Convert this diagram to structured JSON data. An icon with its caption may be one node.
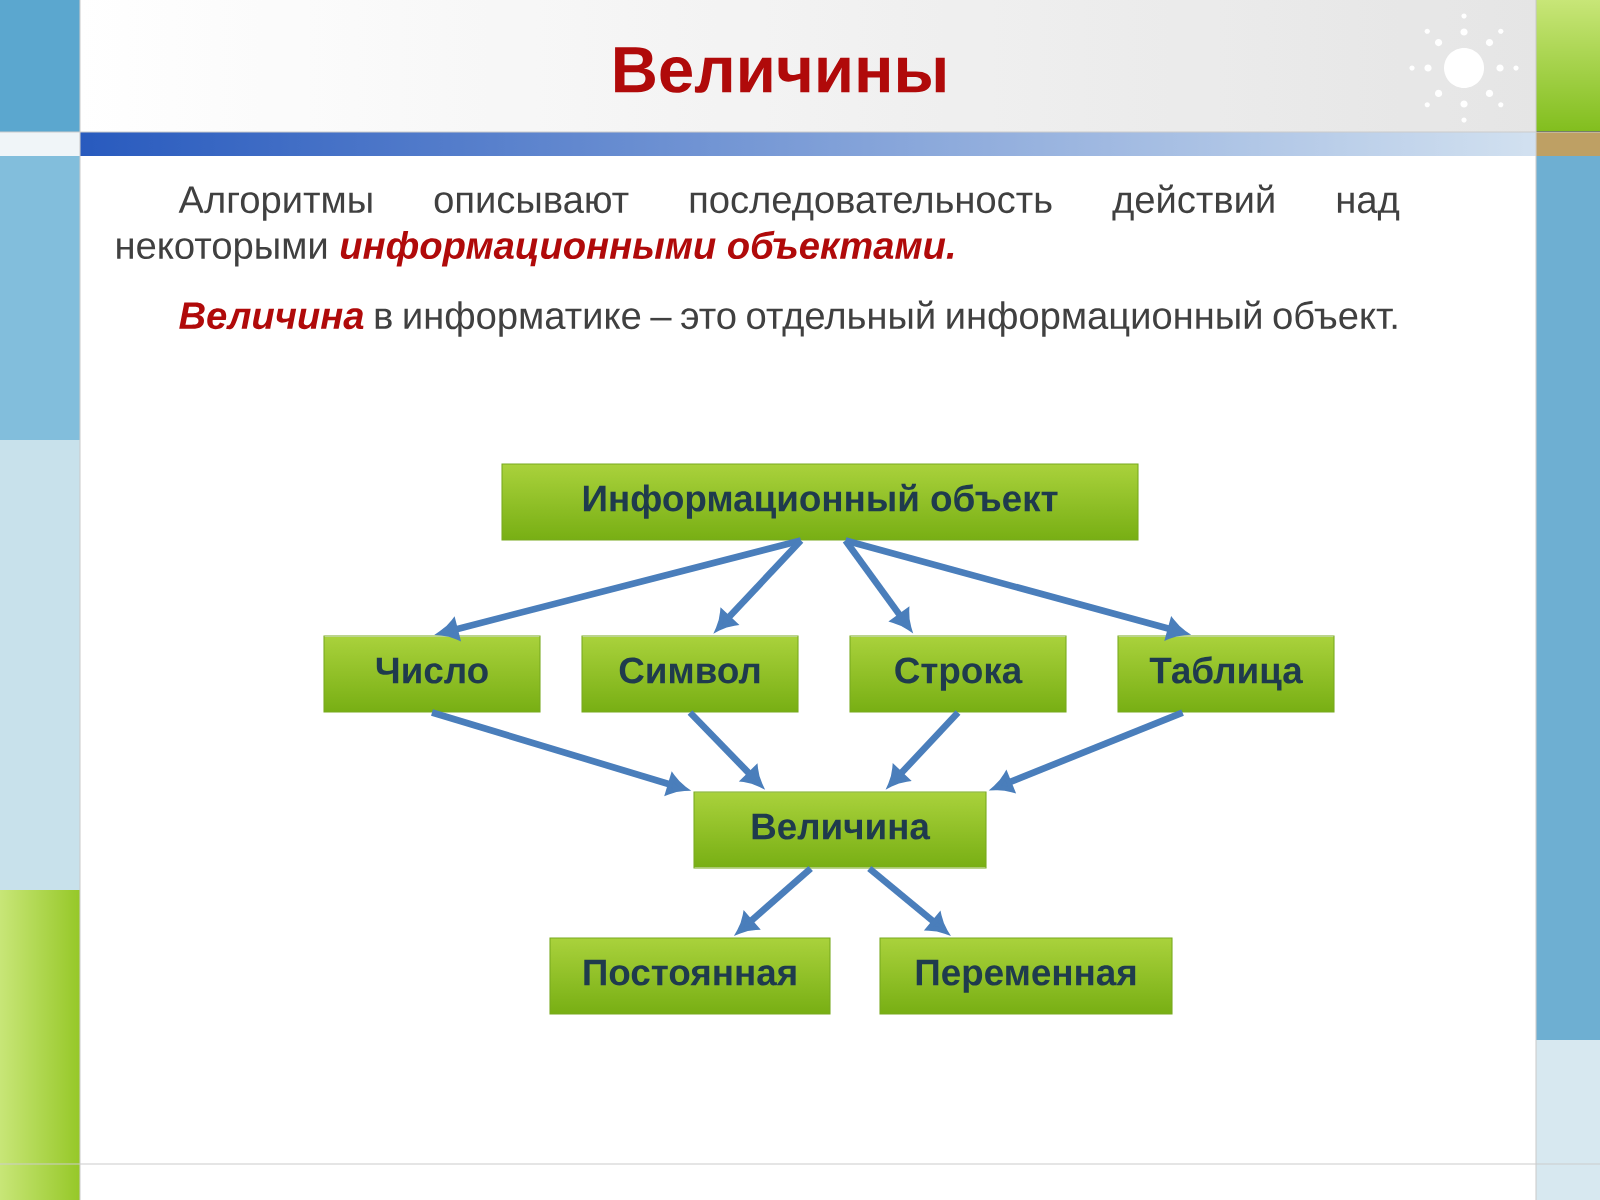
{
  "diagram": {
    "title": "Величины",
    "nodes": [
      {
        "text": [
          "Информационный объект"
        ]
      },
      {
        "text": [
          "Число"
        ]
      },
      {
        "text": [
          "Символ"
        ]
      },
      {
        "text": [
          "Строка"
        ]
      },
      {
        "text": [
          "Таблица"
        ]
      },
      {
        "text": [
          "Величина"
        ]
      },
      {
        "text": [
          "Постоянная"
        ]
      },
      {
        "text": [
          "Переменная"
        ]
      }
    ],
    "edges": [
      {
        "from": 0,
        "to": 1,
        "arrow": "to"
      },
      {
        "from": 0,
        "to": 2,
        "arrow": "to"
      },
      {
        "from": 0,
        "to": 3,
        "arrow": "to"
      },
      {
        "from": 0,
        "to": 4,
        "arrow": "to"
      },
      {
        "from": 1,
        "to": 5,
        "arrow": "to"
      },
      {
        "from": 2,
        "to": 5,
        "arrow": "to"
      },
      {
        "from": 3,
        "to": 5,
        "arrow": "to"
      },
      {
        "from": 4,
        "to": 5,
        "arrow": "to"
      },
      {
        "from": 5,
        "to": 6,
        "arrow": "to"
      },
      {
        "from": 5,
        "to": 7,
        "arrow": "to"
      }
    ],
    "labels": [
      "Алгоритмы описывают последовательность действий над некоторыми **информационными объектами.**",
      "**Величина** в информатике – это отдельный информационный объект."
    ]
  }
}
